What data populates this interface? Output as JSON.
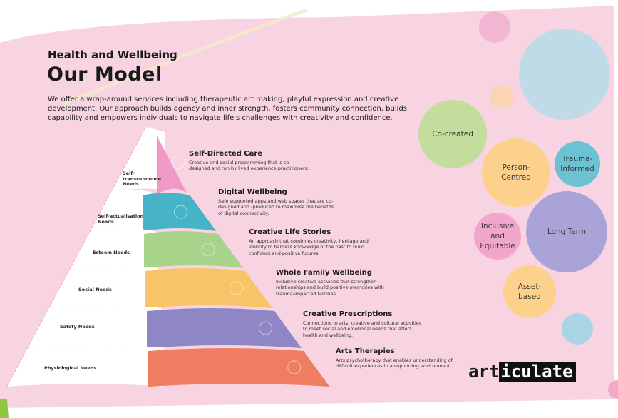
{
  "header": {
    "kicker": "Health and Wellbeing",
    "title": "Our Model",
    "intro": "We offer a wrap-around services including therapeutic art making, playful expression and creative development. Our approach builds agency and inner strength, fosters community connection, builds capability and empowers individuals to navigate life's challenges with creativity and confidence."
  },
  "pyramid": {
    "levels": [
      {
        "need": "Self-transcendence Needs",
        "color": "#ef9ac6",
        "icon": "people-icon",
        "title": "Self-Directed Care",
        "description": "Creative and social programming that is co-designed and run by lived experience practitioners."
      },
      {
        "need": "Self-actualisation Needs",
        "color": "#46b4c6",
        "icon": "star-icon",
        "title": "Digital Wellbeing",
        "description": "Safe supported apps and web spaces that are co-designed and -produced to maximise the benefits of digital connectivity."
      },
      {
        "need": "Esteem Needs",
        "color": "#a8d38a",
        "icon": "person-icon",
        "title": "Creative Life Stories",
        "description": "An approach that combines creativity, heritage and identity to harness knowledge of the past to build confident and positive futures."
      },
      {
        "need": "Social Needs",
        "color": "#f8c468",
        "icon": "photo-icon",
        "title": "Whole Family Wellbeing",
        "description": "Inclusive creative activities that strengthen relationships and build positive memories with trauma-impacted families."
      },
      {
        "need": "Safety Needs",
        "color": "#8f86c6",
        "icon": "home-icon",
        "title": "Creative Prescriptions",
        "description": "Connections to arts, creative and cultural activities to meet social and emotional needs that affect health and wellbeing."
      },
      {
        "need": "Physiological Needs",
        "color": "#ef7d62",
        "icon": "hands-icon",
        "title": "Arts Therapies",
        "description": "Arts psychotherapy that enables understanding of difficult experiences in a supporting environment."
      }
    ]
  },
  "principles": [
    {
      "label": "Co-created",
      "color": "#c2dd9c"
    },
    {
      "label": "Person-\nCentred",
      "color": "#fbd18b"
    },
    {
      "label": "Trauma-\nInformed",
      "color": "#6cc2d2"
    },
    {
      "label": "Inclusive\nand\nEquitable",
      "color": "#f3a6cb"
    },
    {
      "label": "Long Term",
      "color": "#a9a3d8"
    },
    {
      "label": "Asset-\nbased",
      "color": "#fbd18b"
    }
  ],
  "decor_colors": {
    "background": "#f8d4e3",
    "lime_corner": "#8fc640",
    "dotted_line": "#e48a8a"
  },
  "logo": {
    "part1": "art",
    "part2": "iculate"
  }
}
